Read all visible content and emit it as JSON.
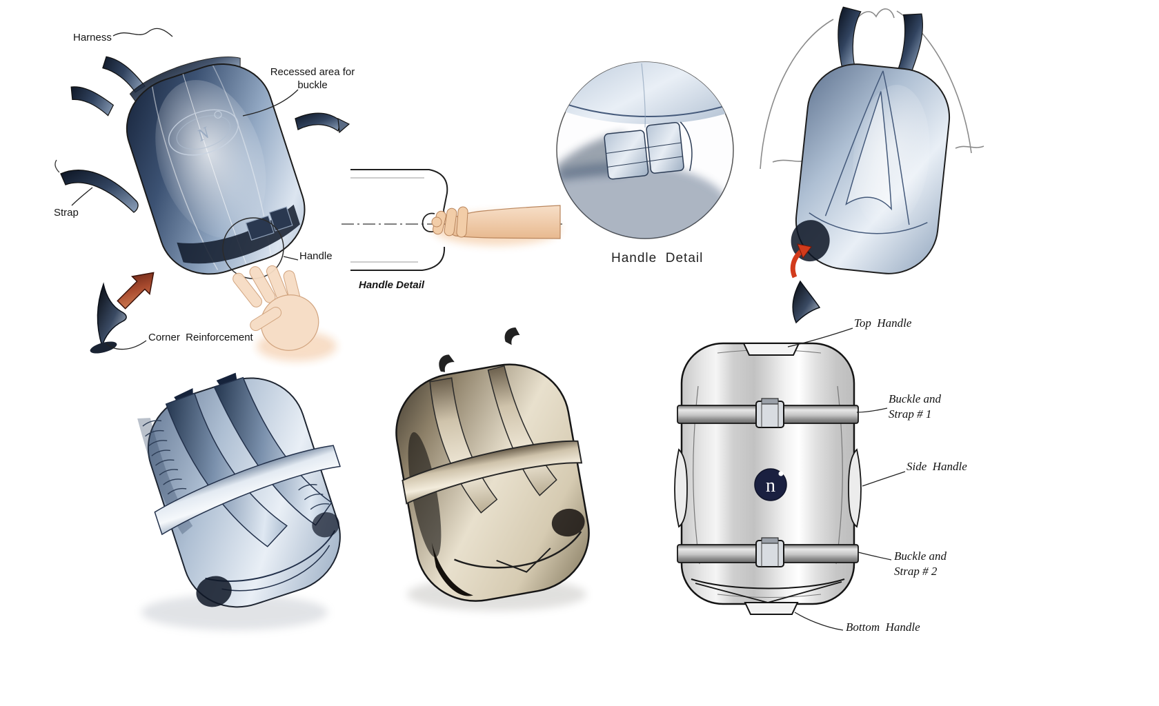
{
  "labels": {
    "harness": "Harness",
    "recessed_area": "Recessed area for buckle",
    "strap": "Strap",
    "handle": "Handle",
    "corner_reinforcement": "Corner  Reinforcement",
    "handle_detail_sketch": "Handle Detail",
    "handle_detail_zoom": "Handle  Detail",
    "top_handle": "Top  Handle",
    "buckle_strap_1": "Buckle and Strap # 1",
    "side_handle": "Side  Handle",
    "buckle_strap_2": "Buckle and Strap #  2",
    "bottom_handle": "Bottom  Handle"
  },
  "logo": {
    "letter": "n",
    "sketch_mark": "N"
  },
  "colors": {
    "ink": "#141414",
    "navy_body": "#25344e",
    "steel": "#9fb2c8",
    "red_arrow": "#c0392b",
    "logo_bg": "#1a2040"
  }
}
